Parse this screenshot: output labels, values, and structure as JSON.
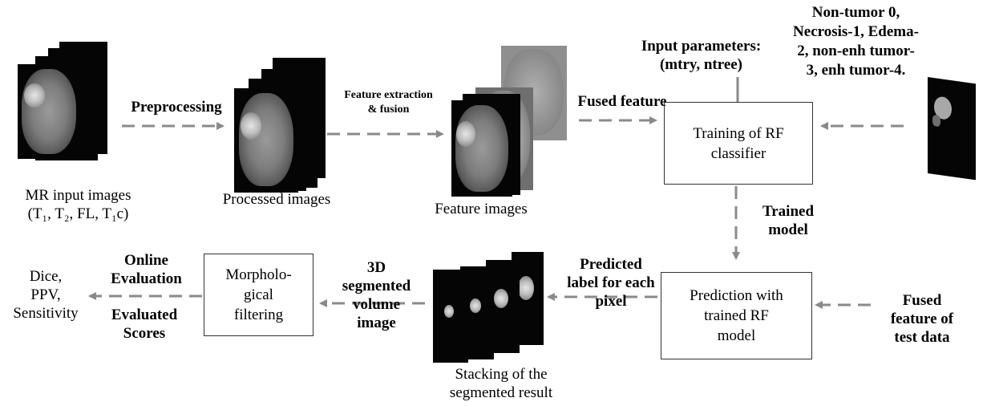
{
  "nodes": {
    "mr_input_line1": "MR input images",
    "mr_input_line2": "(T₁, T₂, FL, T₁c)",
    "preprocessing": "Preprocessing",
    "processed_images": "Processed images",
    "feature_extraction_line1": "Feature extraction",
    "feature_extraction_line2": "& fusion",
    "feature_images": "Feature images",
    "fused_feature": "Fused feature",
    "input_parameters_line1": "Input parameters:",
    "input_parameters_line2": "(mtry, ntree)",
    "labels_line1": "Non-tumor 0,",
    "labels_line2": "Necrosis-1, Edema-",
    "labels_line3": "2, non-enh tumor-",
    "labels_line4": "3, enh tumor-4.",
    "training_box": "Training of RF\nclassifier",
    "trained_model_line1": "Trained",
    "trained_model_line2": "model",
    "prediction_box": "Prediction with\ntrained RF\nmodel",
    "fused_test_line1": "Fused",
    "fused_test_line2": "feature of",
    "fused_test_line3": "test data",
    "predicted_label_line1": "Predicted",
    "predicted_label_line2": "label for each",
    "predicted_label_line3": "pixel",
    "stacking_line1": "Stacking of the",
    "stacking_line2": "segmented result",
    "segmented_volume_line1": "3D",
    "segmented_volume_line2": "segmented",
    "segmented_volume_line3": "volume",
    "segmented_volume_line4": "image",
    "morph_box": "Morpholo-\ngical\nfiltering",
    "online_eval_line1": "Online",
    "online_eval_line2": "Evaluation",
    "evaluated_scores_line1": "Evaluated",
    "evaluated_scores_line2": "Scores",
    "metrics_line1": "Dice,",
    "metrics_line2": "PPV,",
    "metrics_line3": "Sensitivity"
  },
  "colors": {
    "arrow": "#8a8a8a",
    "box_border": "#333333",
    "slice": "#050505"
  }
}
